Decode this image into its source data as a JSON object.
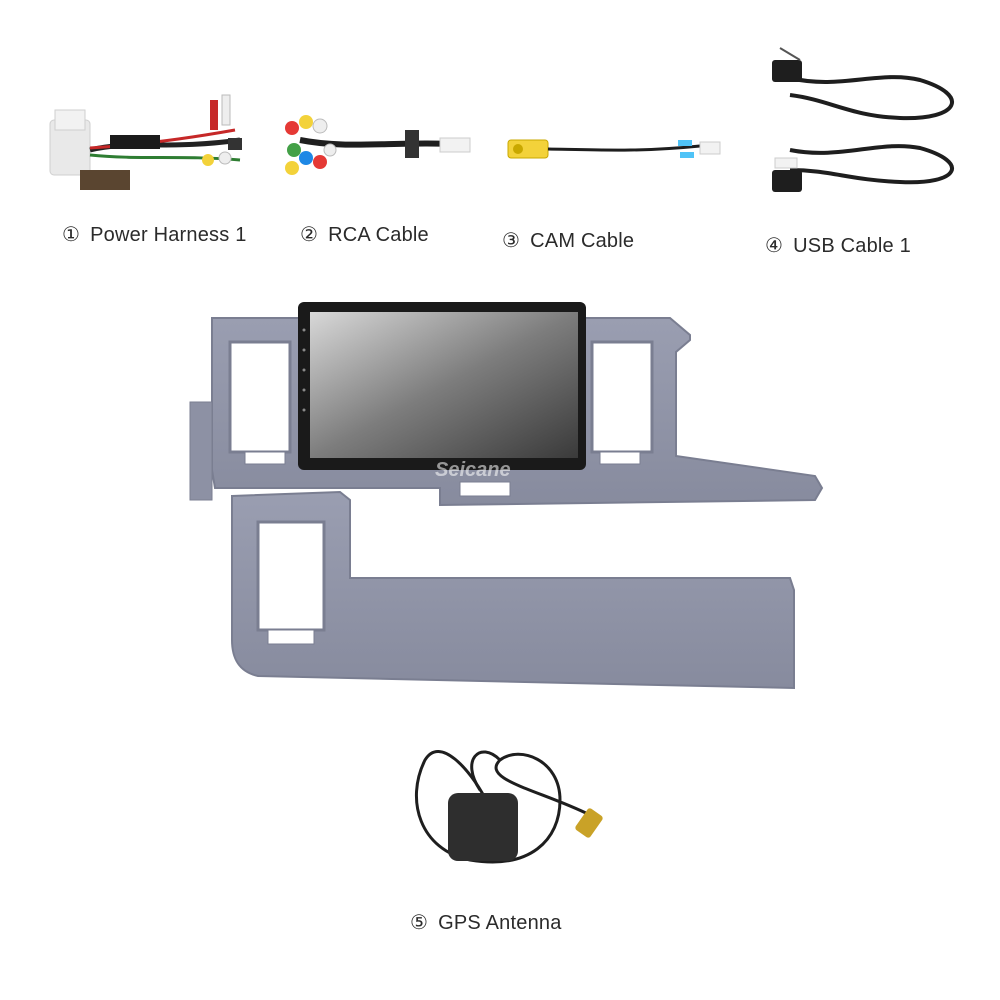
{
  "items": [
    {
      "number": "①",
      "label": "Power Harness 1",
      "icon": "power-harness-icon"
    },
    {
      "number": "②",
      "label": "RCA Cable",
      "icon": "rca-cable-icon"
    },
    {
      "number": "③",
      "label": "CAM Cable",
      "icon": "cam-cable-icon"
    },
    {
      "number": "④",
      "label": "USB Cable 1",
      "icon": "usb-cable-icon"
    },
    {
      "number": "⑤",
      "label": "GPS Antenna",
      "icon": "gps-antenna-icon"
    }
  ],
  "watermark": "Seicane",
  "colors": {
    "background": "#ffffff",
    "panel": "#8f93a6",
    "panel_dark": "#7a7e91",
    "screen_bezel": "#1a1a1a",
    "text": "#2b2b2b"
  }
}
